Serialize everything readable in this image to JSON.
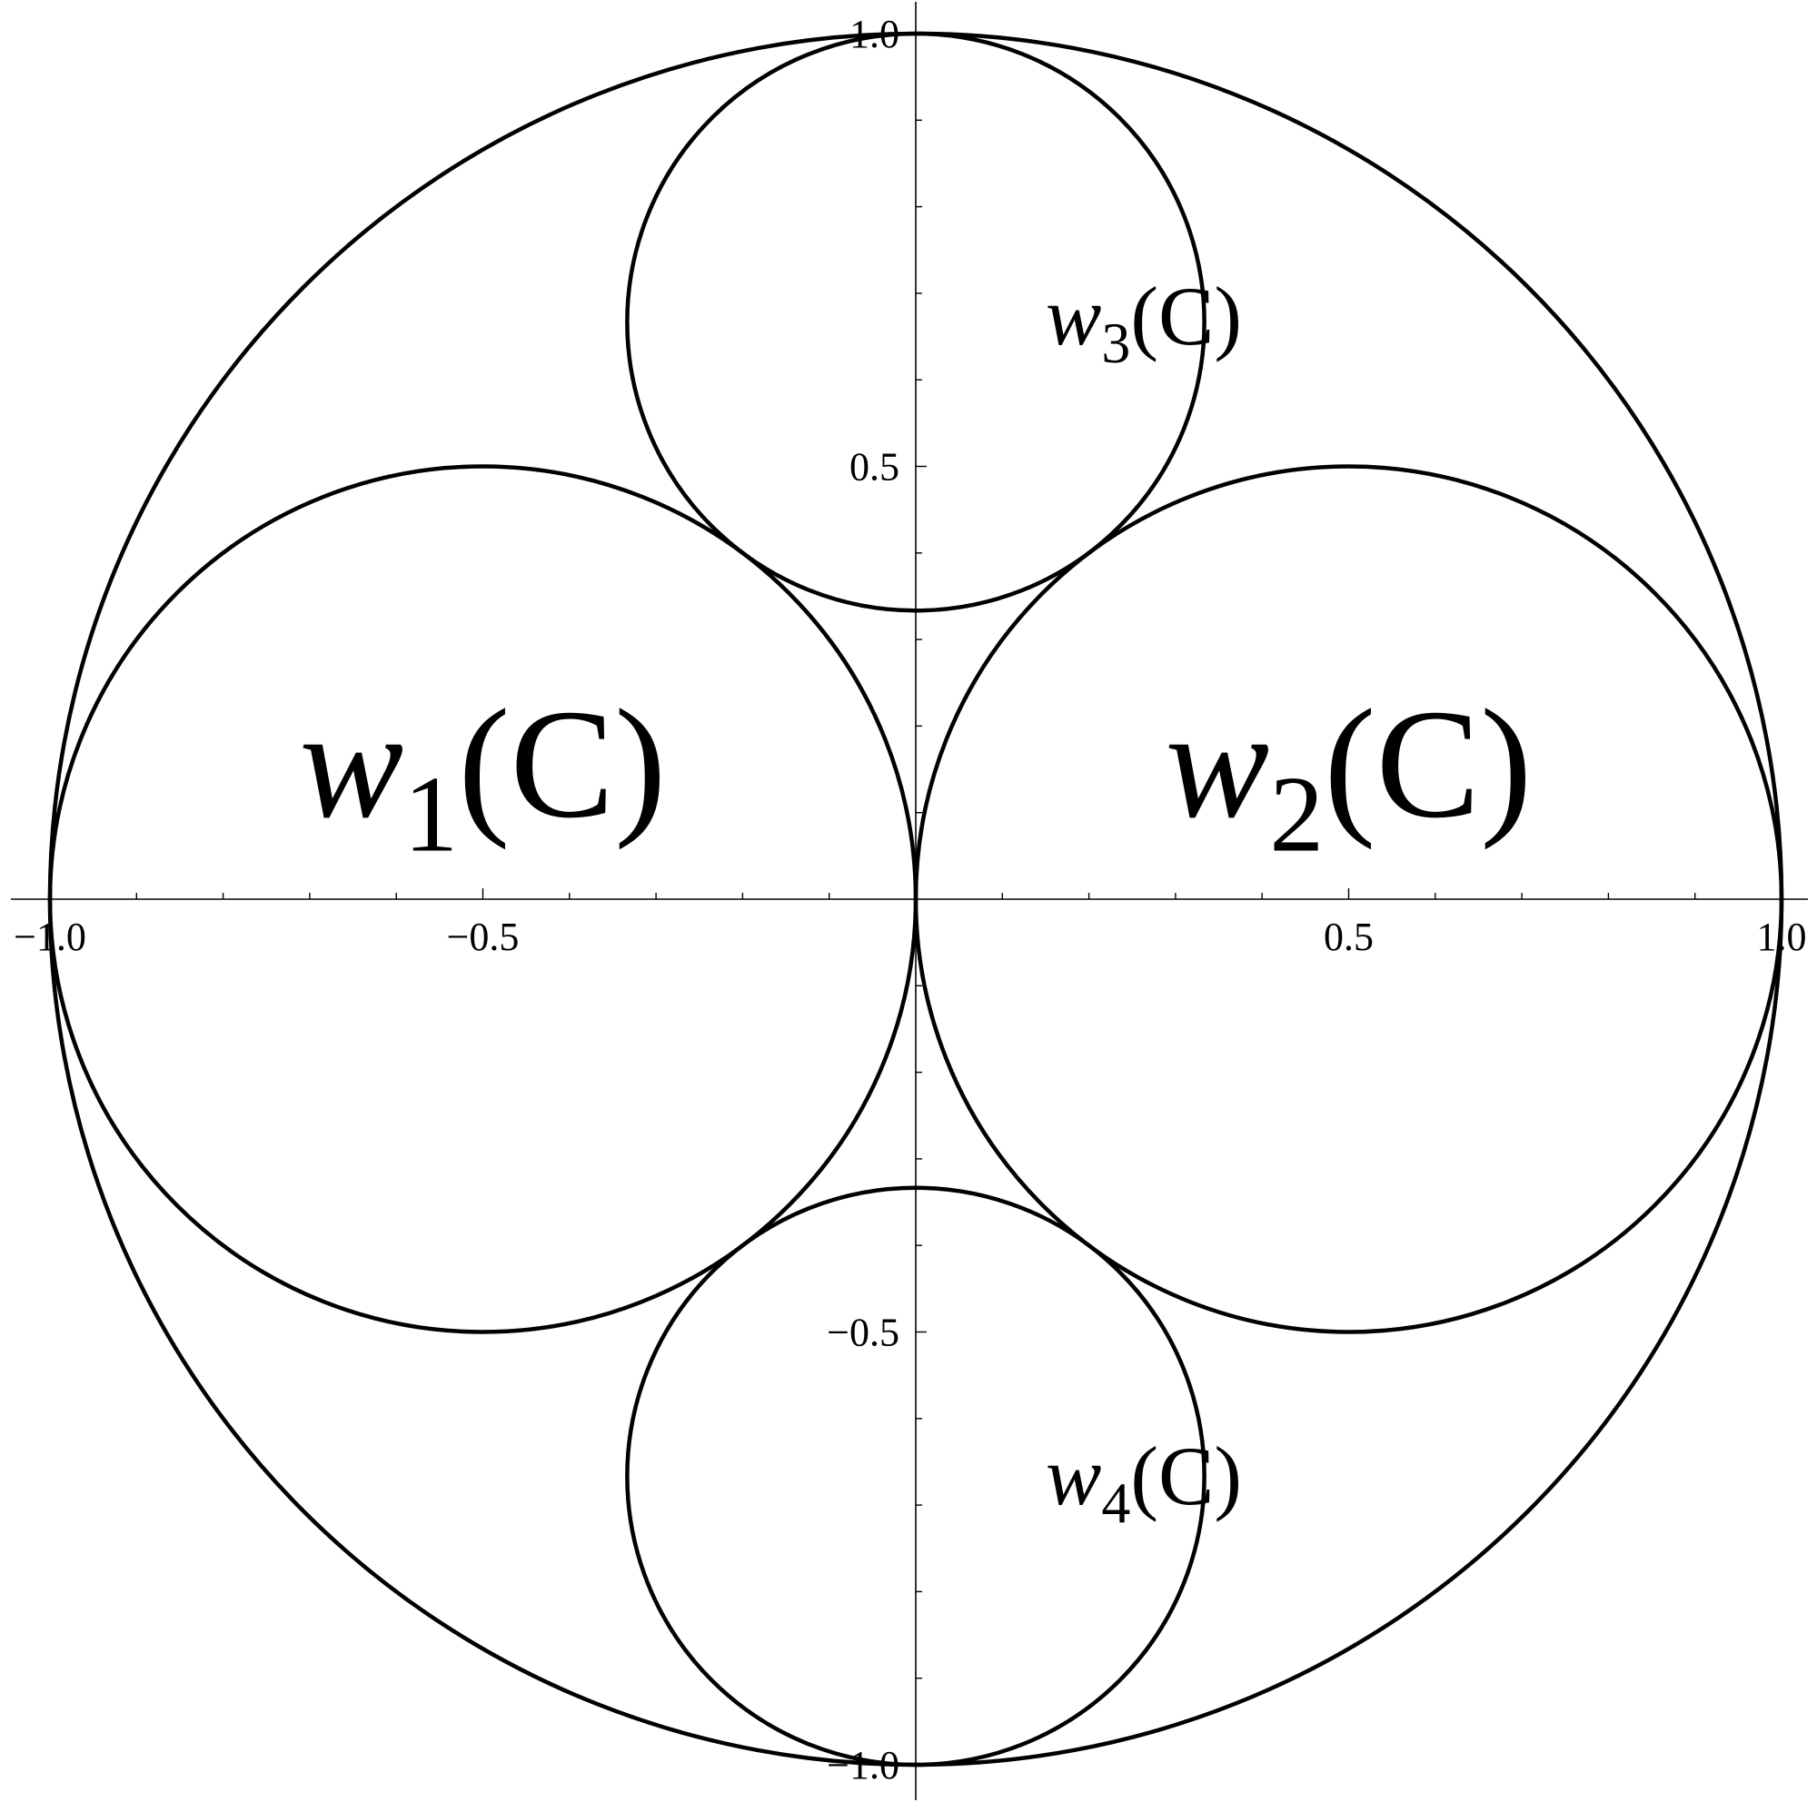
{
  "chart_data": {
    "type": "diagram",
    "xlim": [
      -1.0,
      1.0
    ],
    "ylim": [
      -1.0,
      1.0
    ],
    "grid": false,
    "x_ticks": [
      {
        "value": -1.0,
        "label": "−1.0"
      },
      {
        "value": -0.5,
        "label": "−0.5"
      },
      {
        "value": 0.5,
        "label": "0.5"
      },
      {
        "value": 1.0,
        "label": "1.0"
      }
    ],
    "y_ticks": [
      {
        "value": 1.0,
        "label": "1.0"
      },
      {
        "value": 0.5,
        "label": "0.5"
      },
      {
        "value": -0.5,
        "label": "−0.5"
      },
      {
        "value": -1.0,
        "label": "−1.0"
      }
    ],
    "circles": [
      {
        "name": "C",
        "cx": 0,
        "cy": 0,
        "r": 1.0
      },
      {
        "name": "w1(C)",
        "cx": -0.5,
        "cy": 0,
        "r": 0.5
      },
      {
        "name": "w2(C)",
        "cx": 0.5,
        "cy": 0,
        "r": 0.5
      },
      {
        "name": "w3(C)",
        "cx": 0,
        "cy": 0.6667,
        "r": 0.3333
      },
      {
        "name": "w4(C)",
        "cx": 0,
        "cy": -0.6667,
        "r": 0.3333
      }
    ],
    "labels": [
      {
        "w": "w",
        "sub": "1",
        "rest": "(C)",
        "x": -0.5,
        "y": 0.15
      },
      {
        "w": "w",
        "sub": "2",
        "rest": "(C)",
        "x": 0.5,
        "y": 0.15
      },
      {
        "w": "w",
        "sub": "3",
        "rest": "(C)",
        "x": 0.15,
        "y": 0.67
      },
      {
        "w": "w",
        "sub": "4",
        "rest": "(C)",
        "x": 0.15,
        "y": -0.67
      }
    ]
  }
}
